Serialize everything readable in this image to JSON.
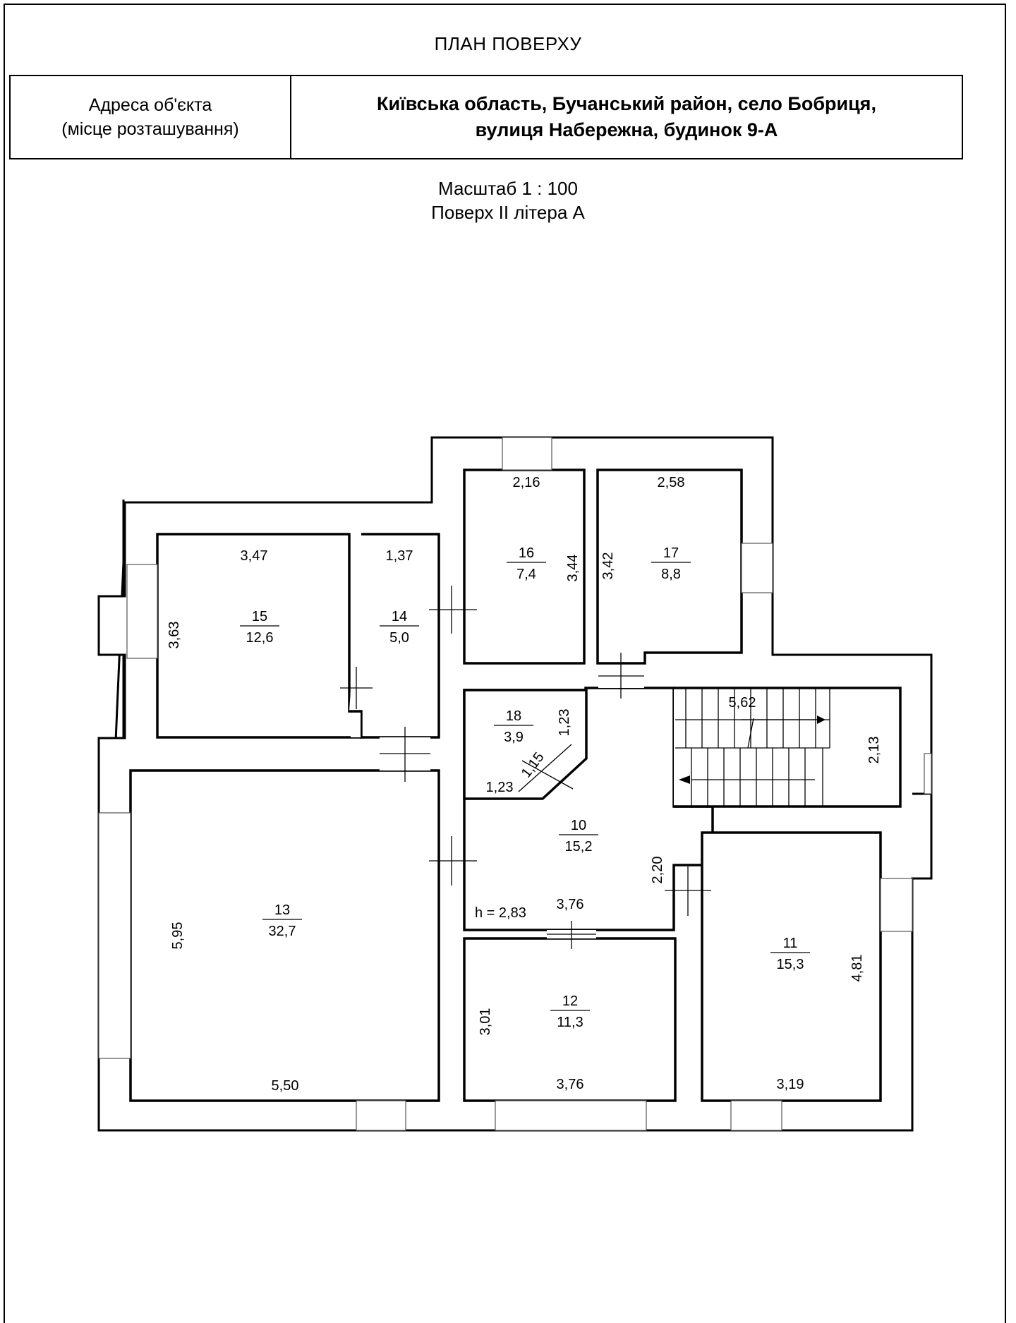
{
  "header": {
    "title": "ПЛАН ПОВЕРХУ",
    "address_label": [
      "Адреса об'єкта",
      "(місце розташування)"
    ],
    "address_value": [
      "Київська область, Бучанський район, село Бобриця,",
      "вулиця Набережна, будинок 9-А"
    ],
    "scale": "Масштаб 1 : 100",
    "floor": "Поверх II літера А"
  },
  "rooms": [
    {
      "id": "10",
      "number": "10",
      "area": "15,2"
    },
    {
      "id": "11",
      "number": "11",
      "area": "15,3"
    },
    {
      "id": "12",
      "number": "12",
      "area": "11,3"
    },
    {
      "id": "13",
      "number": "13",
      "area": "32,7"
    },
    {
      "id": "14",
      "number": "14",
      "area": "5,0"
    },
    {
      "id": "15",
      "number": "15",
      "area": "12,6"
    },
    {
      "id": "16",
      "number": "16",
      "area": "7,4"
    },
    {
      "id": "17",
      "number": "17",
      "area": "8,8"
    },
    {
      "id": "18",
      "number": "18",
      "area": "3,9"
    }
  ],
  "dimensions": [
    {
      "room": "15",
      "value": "3,47"
    },
    {
      "room": "15",
      "value": "3,63"
    },
    {
      "room": "14",
      "value": "1,37"
    },
    {
      "room": "16",
      "value": "2,16"
    },
    {
      "room": "16",
      "value": "3,44"
    },
    {
      "room": "17",
      "value": "3,42"
    },
    {
      "room": "17",
      "value": "2,58"
    },
    {
      "room": "18",
      "value": "1,23"
    },
    {
      "room": "18",
      "value": "1,15"
    },
    {
      "room": "18",
      "value": "1,23"
    },
    {
      "room": "stair",
      "value": "5,62"
    },
    {
      "room": "stair",
      "value": "2,13"
    },
    {
      "room": "10",
      "value": "2,20"
    },
    {
      "room": "10",
      "value": "3,76"
    },
    {
      "room": "13",
      "value": "5,95"
    },
    {
      "room": "13",
      "value": "5,50"
    },
    {
      "room": "12",
      "value": "3,01"
    },
    {
      "room": "12",
      "value": "3,76"
    },
    {
      "room": "11",
      "value": "4,81"
    },
    {
      "room": "11",
      "value": "3,19"
    }
  ],
  "ceiling_height": "h =  2,83"
}
